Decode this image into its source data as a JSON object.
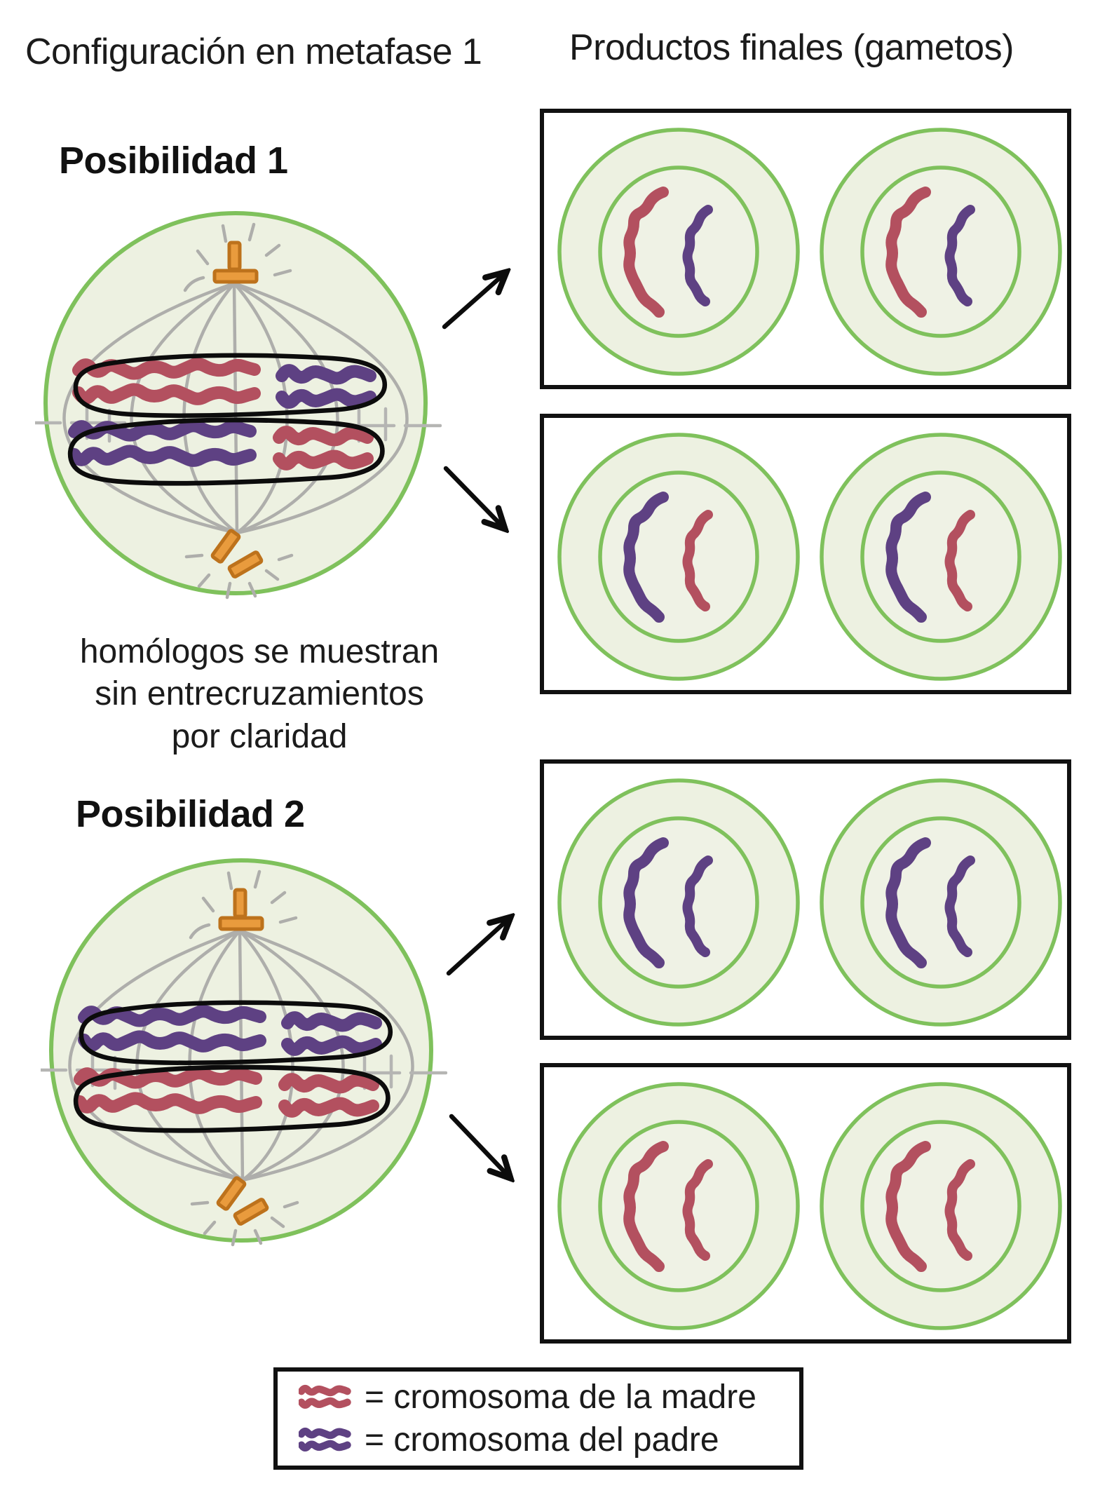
{
  "titles": {
    "left": "Configuración en metafase 1",
    "right": "Productos finales (gametos)"
  },
  "possibilities": [
    {
      "label": "Posibilidad 1",
      "plate": {
        "top_row": {
          "large_chromosome": "mother",
          "small_chromosome": "father"
        },
        "bottom_row": {
          "large_chromosome": "father",
          "small_chromosome": "mother"
        }
      }
    },
    {
      "label": "Posibilidad 2",
      "plate": {
        "top_row": {
          "large_chromosome": "father",
          "small_chromosome": "father"
        },
        "bottom_row": {
          "large_chromosome": "mother",
          "small_chromosome": "mother"
        }
      }
    }
  ],
  "note_lines": [
    "homólogos se muestran",
    "sin entrecruzamientos",
    "por claridad"
  ],
  "gamete_boxes": [
    {
      "from": "Posibilidad 1",
      "cells": [
        {
          "large": "mother",
          "small": "father"
        },
        {
          "large": "mother",
          "small": "father"
        }
      ]
    },
    {
      "from": "Posibilidad 1",
      "cells": [
        {
          "large": "father",
          "small": "mother"
        },
        {
          "large": "father",
          "small": "mother"
        }
      ]
    },
    {
      "from": "Posibilidad 2",
      "cells": [
        {
          "large": "father",
          "small": "father"
        },
        {
          "large": "father",
          "small": "father"
        }
      ]
    },
    {
      "from": "Posibilidad 2",
      "cells": [
        {
          "large": "mother",
          "small": "mother"
        },
        {
          "large": "mother",
          "small": "mother"
        }
      ]
    }
  ],
  "legend": {
    "items": [
      {
        "key": "mother",
        "label": "= cromosoma de la madre"
      },
      {
        "key": "father",
        "label": "= cromosoma del padre"
      }
    ]
  },
  "colors": {
    "mother": "#b3505f",
    "father": "#5e4183",
    "cell_stroke": "#7fc15c",
    "cell_fill": "#edf1e1",
    "nucleus_fill": "#eff2e5",
    "spindle": "#aeaeab",
    "tick": "#b5b5b3",
    "centrosome_fill": "#e99b3d",
    "centrosome_stroke": "#bd721c",
    "outline": "#0c0c0c"
  }
}
